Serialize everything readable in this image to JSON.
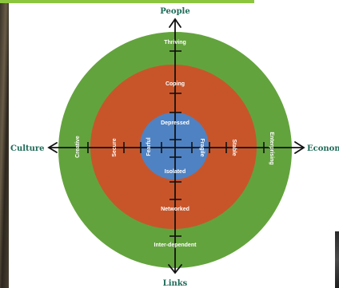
{
  "axes": {
    "top": "People",
    "bottom": "Links",
    "left": "Culture",
    "right": "Economy"
  },
  "rings": {
    "outer": {
      "color": "#63a33d",
      "top": "Thriving",
      "bottom": "Inter-dependent",
      "left": "Creative",
      "right": "Enterprising"
    },
    "middle": {
      "color": "#c8552a",
      "top": "Coping",
      "bottom": "Networked",
      "left": "Secure",
      "right": "Stable"
    },
    "inner": {
      "color": "#4f82c3",
      "top": "Depressed",
      "bottom": "Isolated",
      "left": "Fearful",
      "right": "Fragile"
    }
  },
  "colors": {
    "axis_text": "#1f6b57",
    "top_bar": "#8cc63f"
  }
}
